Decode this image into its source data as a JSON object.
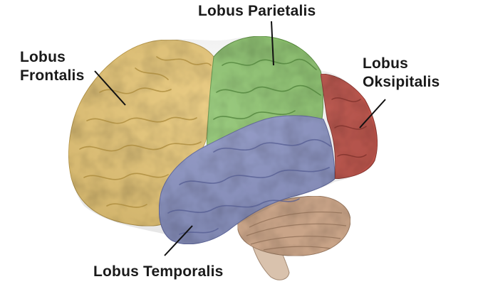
{
  "labels": {
    "parietal": "Lobus Parietalis",
    "frontal_line1": "Lobus",
    "frontal_line2": "Frontalis",
    "occipital_line1": "Lobus",
    "occipital_line2": "Oksipitalis",
    "temporal": "Lobus Temporalis"
  },
  "colors": {
    "frontal": "#e8c777",
    "parietal": "#8ec46f",
    "occipital": "#c2574e",
    "temporal": "#8d95c5",
    "cerebellum": "#c9a488",
    "brainstem": "#d9c2ad",
    "label_text": "#1a1a1a",
    "leader_line": "#111111"
  }
}
